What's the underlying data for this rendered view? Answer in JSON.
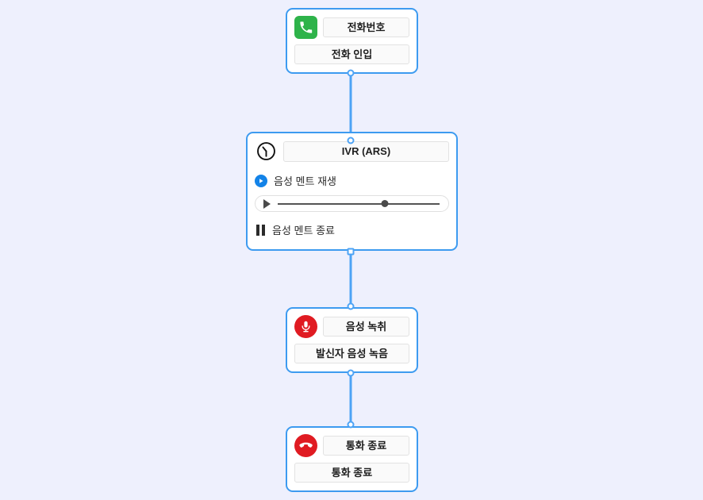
{
  "canvas": {
    "background_color": "#eef0fd",
    "node_border_color": "#3d9bf0",
    "edge_color": "#4da3f5"
  },
  "nodes": [
    {
      "id": "incoming-call",
      "icon": "phone-icon",
      "icon_color": "#2eb34a",
      "title": "전화번호",
      "subtitle": "전화 인입"
    },
    {
      "id": "ivr",
      "icon": "clock-icon",
      "icon_color": "#000000",
      "title": "IVR (ARS)",
      "play_label": "음성 멘트 재생",
      "play_icon": "play-circle-icon",
      "play_icon_color": "#1383e8",
      "stop_label": "음성 멘트 종료",
      "stop_icon": "pause-icon",
      "stop_icon_color": "#2b2b2b",
      "player": {
        "play_button_icon": "play-triangle-icon",
        "progress_percent": 66
      }
    },
    {
      "id": "voice-record",
      "icon": "microphone-icon",
      "icon_color": "#e01b22",
      "title": "음성 녹취",
      "subtitle": "발신자 음성 녹음"
    },
    {
      "id": "call-end",
      "icon": "hangup-icon",
      "icon_color": "#e01b22",
      "title": "통화 종료",
      "subtitle": "통화 종료"
    }
  ],
  "edges": [
    {
      "id": "edge-1",
      "from": "incoming-call",
      "to": "ivr"
    },
    {
      "id": "edge-2",
      "from": "ivr",
      "to": "voice-record"
    },
    {
      "id": "edge-3",
      "from": "voice-record",
      "to": "call-end"
    }
  ]
}
